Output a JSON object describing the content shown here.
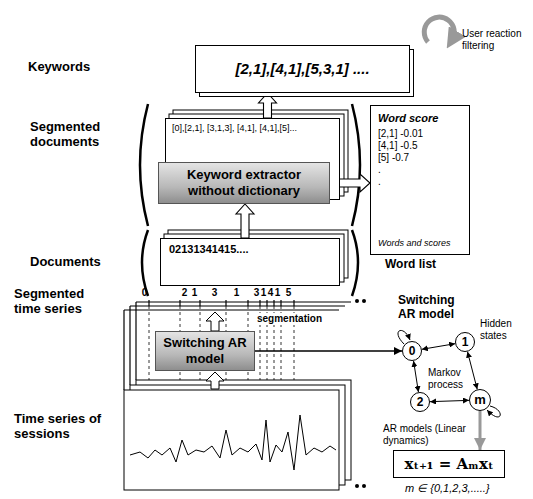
{
  "diagram": {
    "nodes": [
      {
        "text": [
          "[2,1],[4,1],[5,3,1] ...."
        ]
      },
      {
        "text": [
          "[0],[2,1], [3,1,3], [4,1], [4,1],[5]..."
        ]
      },
      {
        "text": [
          "Keyword extractor without dictionary"
        ]
      },
      {
        "text": [
          "Word score",
          "[2,1] -0.01",
          "[4,1] -0.5",
          "[5] -0.7",
          ".",
          ".",
          "Words and scores",
          "Word list"
        ]
      },
      {
        "text": [
          "02131341415...."
        ]
      },
      {
        "text": [
          "Switching AR model"
        ]
      },
      {
        "text": [
          "0"
        ]
      },
      {
        "text": [
          "1"
        ]
      },
      {
        "text": [
          "2"
        ]
      },
      {
        "text": [
          "m"
        ]
      },
      {
        "text": [
          "xₜ₊₁ = Aₘxₜ"
        ]
      }
    ],
    "edges": [
      {
        "from": 1,
        "to": 0,
        "arrow": "to"
      },
      {
        "from": 4,
        "to": 2,
        "arrow": "to"
      },
      {
        "from": 2,
        "to": 3,
        "arrow": "to"
      },
      {
        "from": 5,
        "to": 6,
        "arrow": "to"
      },
      {
        "from": 6,
        "to": 7,
        "arrow": "both"
      },
      {
        "from": 6,
        "to": 8,
        "arrow": "both"
      },
      {
        "from": 7,
        "to": 9,
        "arrow": "both"
      },
      {
        "from": 8,
        "to": 9,
        "arrow": "both"
      },
      {
        "from": 9,
        "to": 10,
        "arrow": "to"
      }
    ],
    "labels": [
      "Keywords",
      "User reaction filtering",
      "Segmented documents",
      "Documents",
      "Segmented time series",
      "0",
      "2",
      "1",
      "3",
      "1",
      "3",
      "1",
      "4",
      "1",
      "5",
      "segmentation",
      "Time series of sessions",
      "Switching AR model",
      "Hidden states",
      "Markov process",
      "AR models (Linear dynamics)",
      "m ∈ {0,1,2,3,.....}"
    ]
  }
}
